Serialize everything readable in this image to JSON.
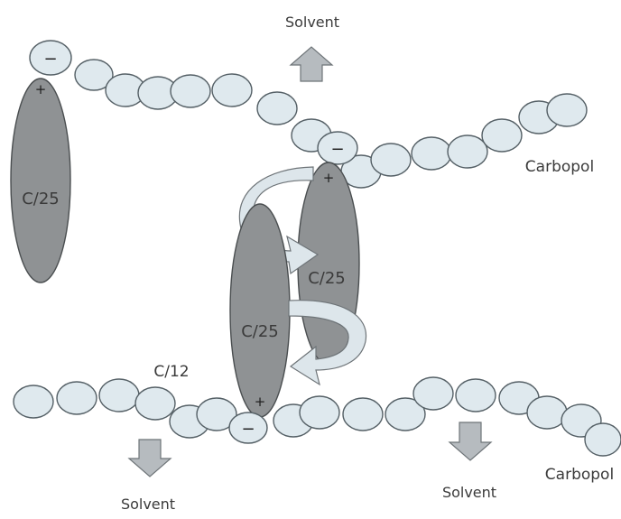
{
  "labels": {
    "solvent_top": "Solvent",
    "solvent_bottom_left": "Solvent",
    "solvent_bottom_right": "Solvent",
    "carbopol_top": "Carbopol",
    "carbopol_bottom": "Carbopol",
    "surfactant_left": "C/25",
    "surfactant_middle": "C/25",
    "surfactant_right": "C/25",
    "c12": "C/12",
    "minus": "−",
    "plus": "+"
  },
  "colors": {
    "bead_fill": "#dfe9ee",
    "surfactant_fill": "#8f9294",
    "arrow_fill": "#b6bbbf",
    "outline": "#556066"
  }
}
